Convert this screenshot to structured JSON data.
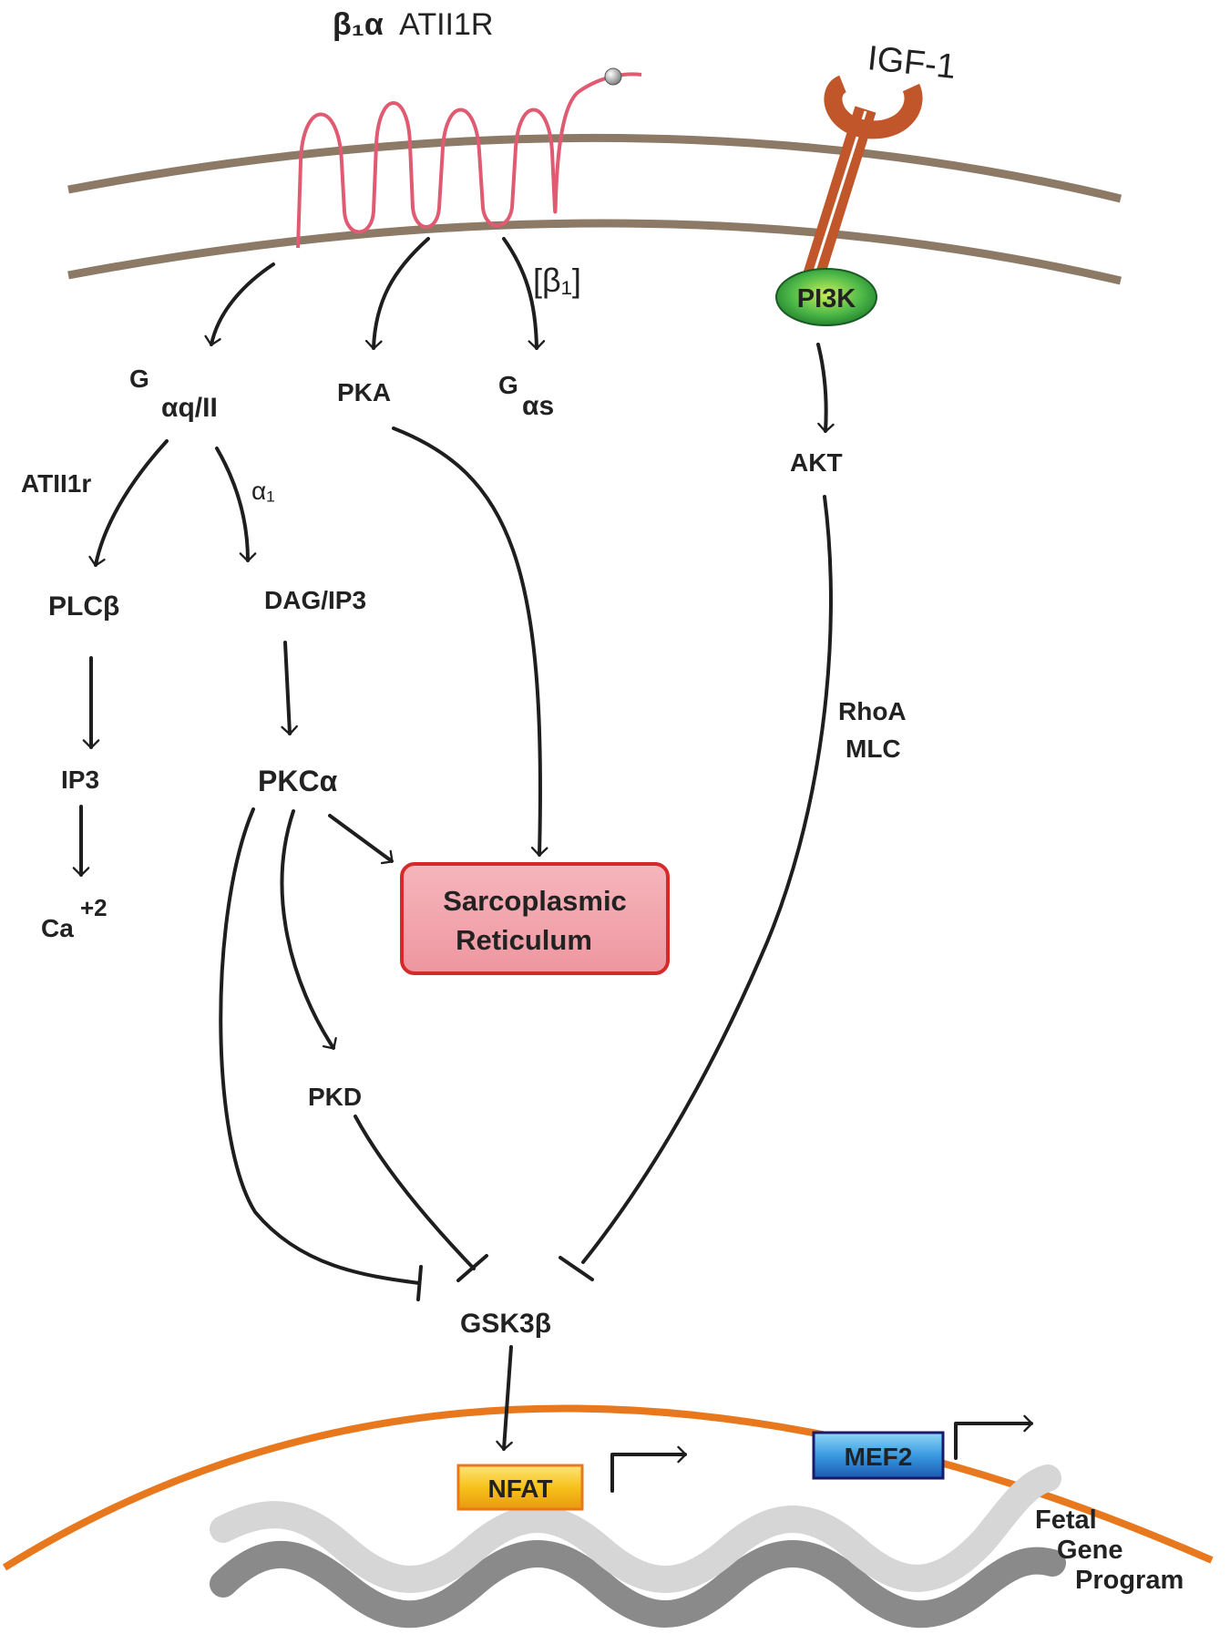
{
  "labels": {
    "receptor_title_beta": "β₁α",
    "receptor_title_rest": "ATII1R",
    "igf1": "IGF-1",
    "pi3k": "PI3K",
    "beta1_bracket": "[β₁]",
    "gq_g": "G",
    "gq_sub": "αq/II",
    "pka": "PKA",
    "gs_g": "G",
    "gs_sub": "αs",
    "akt": "AKT",
    "atii1r": "ATII1r",
    "alpha1": "α₁",
    "plcb": "PLCβ",
    "dag_ip3": "DAG/IP3",
    "ip3": "IP3",
    "pkca": "PKCα",
    "ca": "Ca",
    "ca_sup": "+2",
    "sr_line1": "Sarcoplasmic",
    "sr_line2": "Reticulum",
    "rhoa": "RhoA",
    "mlc": "MLC",
    "pkd": "PKD",
    "gsk3b": "GSK3β",
    "nfat": "NFAT",
    "mef2": "MEF2",
    "fetal_line1": "Fetal",
    "fetal_line2": "Gene",
    "fetal_line3": "Program"
  },
  "colors": {
    "membrane": "#8c7a66",
    "receptor": "#e05a72",
    "igf_receptor": "#c0562a",
    "pi3k_fill": "#4cb848",
    "nuclear_envelope": "#e8781e",
    "sr_fill": "#f0a0a8",
    "sr_border": "#d42a2a",
    "nfat_fill": "#f7c21a",
    "mef2_fill": "#3a8fd8",
    "dna_light": "#d6d6d6",
    "dna_dark": "#8a8a8a",
    "arrow": "#1e1e1e"
  }
}
